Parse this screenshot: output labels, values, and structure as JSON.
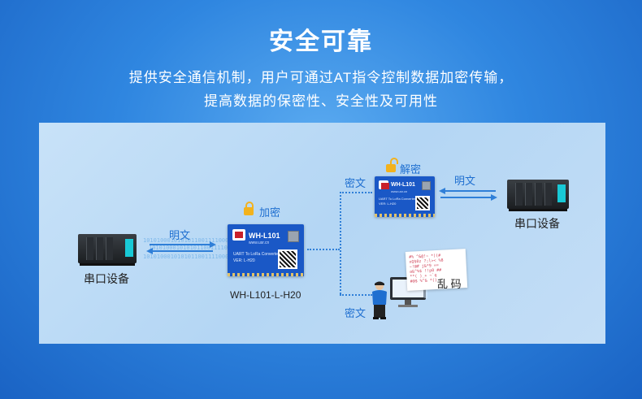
{
  "header": {
    "title": "安全可靠",
    "subtitle_line1": "提供安全通信机制，用户可通过AT指令控制数据加密传输，",
    "subtitle_line2": "提高数据的保密性、安全性及可用性"
  },
  "diagram": {
    "left_device_label": "串口设备",
    "left_link_label": "明文",
    "center_lock_label": "加密",
    "center_module": {
      "name": "WH-L101",
      "url": "www.usr.cn",
      "desc1": "UART To LoRa Converter",
      "desc2": "VER: L-H20",
      "caption": "WH-L101-L-H20"
    },
    "branch_top_label": "密文",
    "branch_bottom_label": "密文",
    "right_lock_label": "解密",
    "right_module": {
      "name": "WH-L101",
      "url": "www.usr.cn",
      "desc1": "UART To LoRa Converter",
      "desc2": "VER: L-H20"
    },
    "right_link_label": "明文",
    "right_device_label": "串口设备",
    "garbled_label": "乱 码",
    "binary_text": "10101000101010110011110000101"
  },
  "colors": {
    "background": "#2f86e0",
    "panel": "#c2ddf6",
    "accent_blue": "#1f6fd0",
    "lock": "#f3b21d",
    "module": "#1a58c6"
  },
  "icons": [
    "lock-icon",
    "unlock-icon",
    "arrow-left-right-icon",
    "plc-device-icon",
    "computer-icon",
    "person-icon"
  ]
}
